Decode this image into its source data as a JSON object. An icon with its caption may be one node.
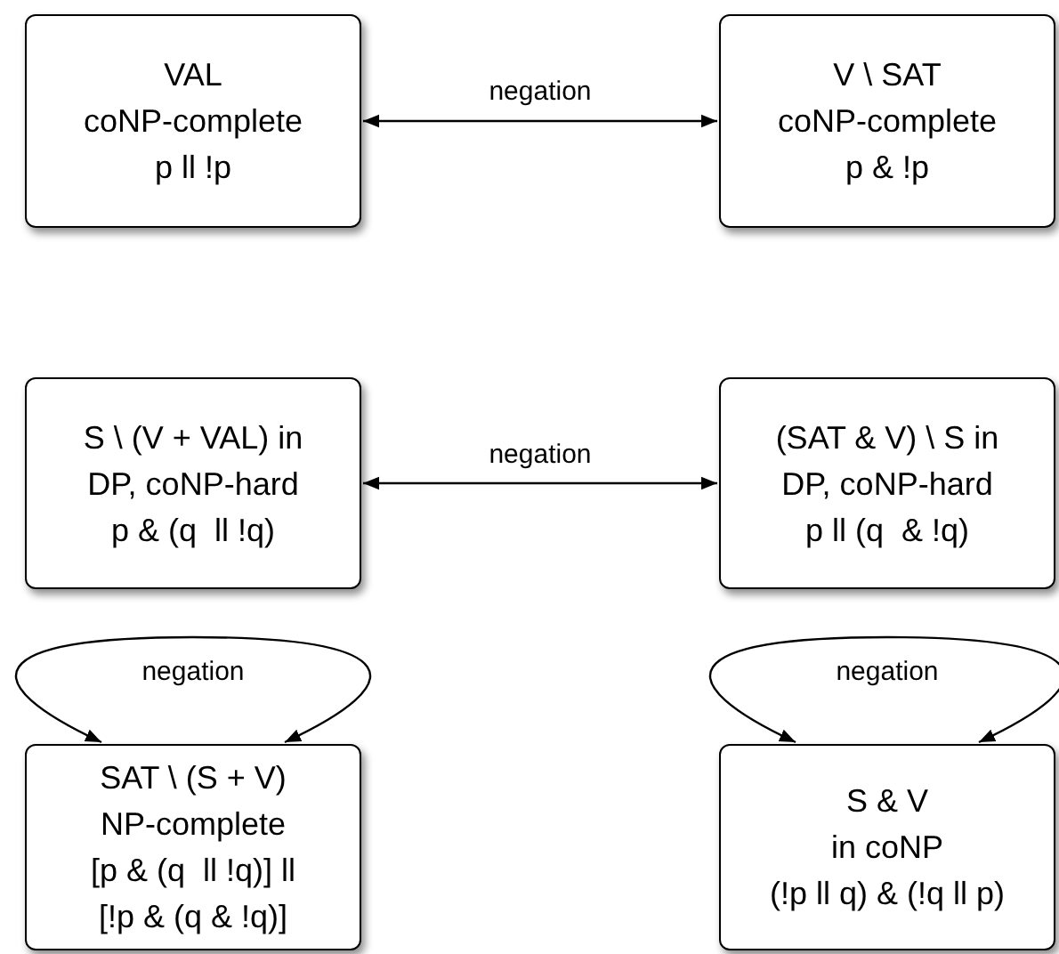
{
  "diagram": {
    "nodes": [
      {
        "text": [
          "VAL",
          "coNP-complete",
          "p ll !p"
        ]
      },
      {
        "text": [
          "V \\ SAT",
          "coNP-complete",
          "p & !p"
        ]
      },
      {
        "text": [
          "S \\ (V + VAL) in",
          "DP, coNP-hard",
          "p & (q  ll !q)"
        ]
      },
      {
        "text": [
          "(SAT & V) \\ S in",
          "DP, coNP-hard",
          "p ll (q  & !q)"
        ]
      },
      {
        "text": [
          "SAT \\ (S + V)",
          "NP-complete",
          "[p & (q  ll !q)] ll",
          "[!p & (q & !q)]"
        ]
      },
      {
        "text": [
          "S & V",
          "in coNP",
          "(!p ll q) & (!q ll p)"
        ]
      }
    ],
    "edges": [
      {
        "from": 0,
        "to": 1,
        "arrow": "both",
        "label": "negation"
      },
      {
        "from": 2,
        "to": 3,
        "arrow": "both",
        "label": "negation"
      },
      {
        "from": 4,
        "to": 4,
        "arrow": "both",
        "label": "negation"
      },
      {
        "from": 5,
        "to": 5,
        "arrow": "both",
        "label": "negation"
      }
    ]
  }
}
